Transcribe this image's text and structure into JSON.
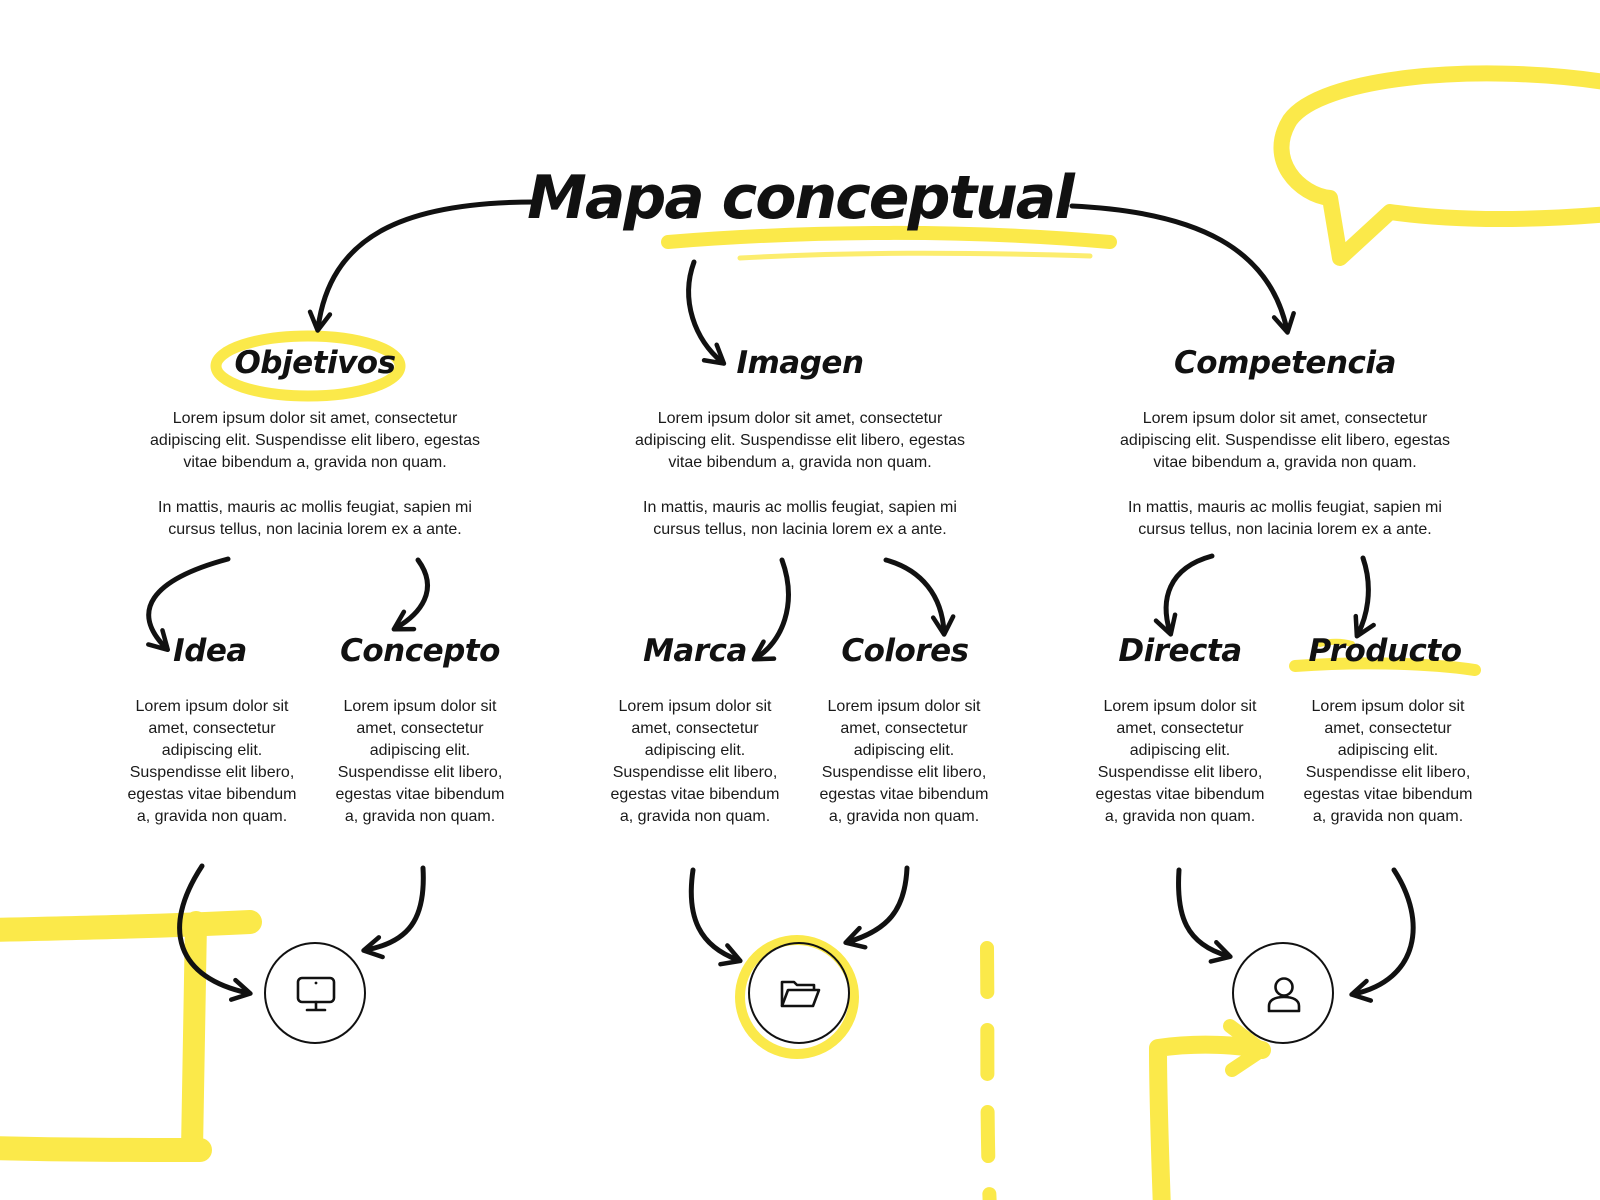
{
  "title": "Mapa conceptual",
  "colors": {
    "accent": "#fbe94a",
    "ink": "#111111",
    "background": "#ffffff"
  },
  "sections": [
    {
      "heading": "Objetivos",
      "paragraphs": [
        "Lorem ipsum dolor sit amet, consectetur adipiscing elit. Suspendisse elit libero, egestas vitae bibendum a, gravida non quam.",
        "In mattis, mauris ac mollis feugiat, sapien mi cursus tellus, non lacinia lorem ex a ante."
      ],
      "children": [
        {
          "heading": "Idea",
          "text": "Lorem ipsum dolor sit amet, consectetur adipiscing elit. Suspendisse elit libero, egestas vitae bibendum a, gravida non quam."
        },
        {
          "heading": "Concepto",
          "text": "Lorem ipsum dolor sit amet, consectetur adipiscing elit. Suspendisse elit libero, egestas vitae bibendum a, gravida non quam."
        }
      ],
      "icon": "monitor-icon"
    },
    {
      "heading": "Imagen",
      "paragraphs": [
        "Lorem ipsum dolor sit amet, consectetur adipiscing elit. Suspendisse elit libero, egestas vitae bibendum a, gravida non quam.",
        "In mattis, mauris ac mollis feugiat, sapien mi cursus tellus, non lacinia lorem ex a ante."
      ],
      "children": [
        {
          "heading": "Marca",
          "text": "Lorem ipsum dolor sit amet, consectetur adipiscing elit. Suspendisse elit libero, egestas vitae bibendum a, gravida non quam."
        },
        {
          "heading": "Colores",
          "text": "Lorem ipsum dolor sit amet, consectetur adipiscing elit. Suspendisse elit libero, egestas vitae bibendum a, gravida non quam."
        }
      ],
      "icon": "folder-icon"
    },
    {
      "heading": "Competencia",
      "paragraphs": [
        "Lorem ipsum dolor sit amet, consectetur adipiscing elit. Suspendisse elit libero, egestas vitae bibendum a, gravida non quam.",
        "In mattis, mauris ac mollis feugiat, sapien mi cursus tellus, non lacinia lorem ex a ante."
      ],
      "children": [
        {
          "heading": "Directa",
          "text": "Lorem ipsum dolor sit amet, consectetur adipiscing elit. Suspendisse elit libero, egestas vitae bibendum a, gravida non quam."
        },
        {
          "heading": "Producto",
          "text": "Lorem ipsum dolor sit amet, consectetur adipiscing elit. Suspendisse elit libero, egestas vitae bibendum a, gravida non quam."
        }
      ],
      "icon": "user-icon"
    }
  ]
}
